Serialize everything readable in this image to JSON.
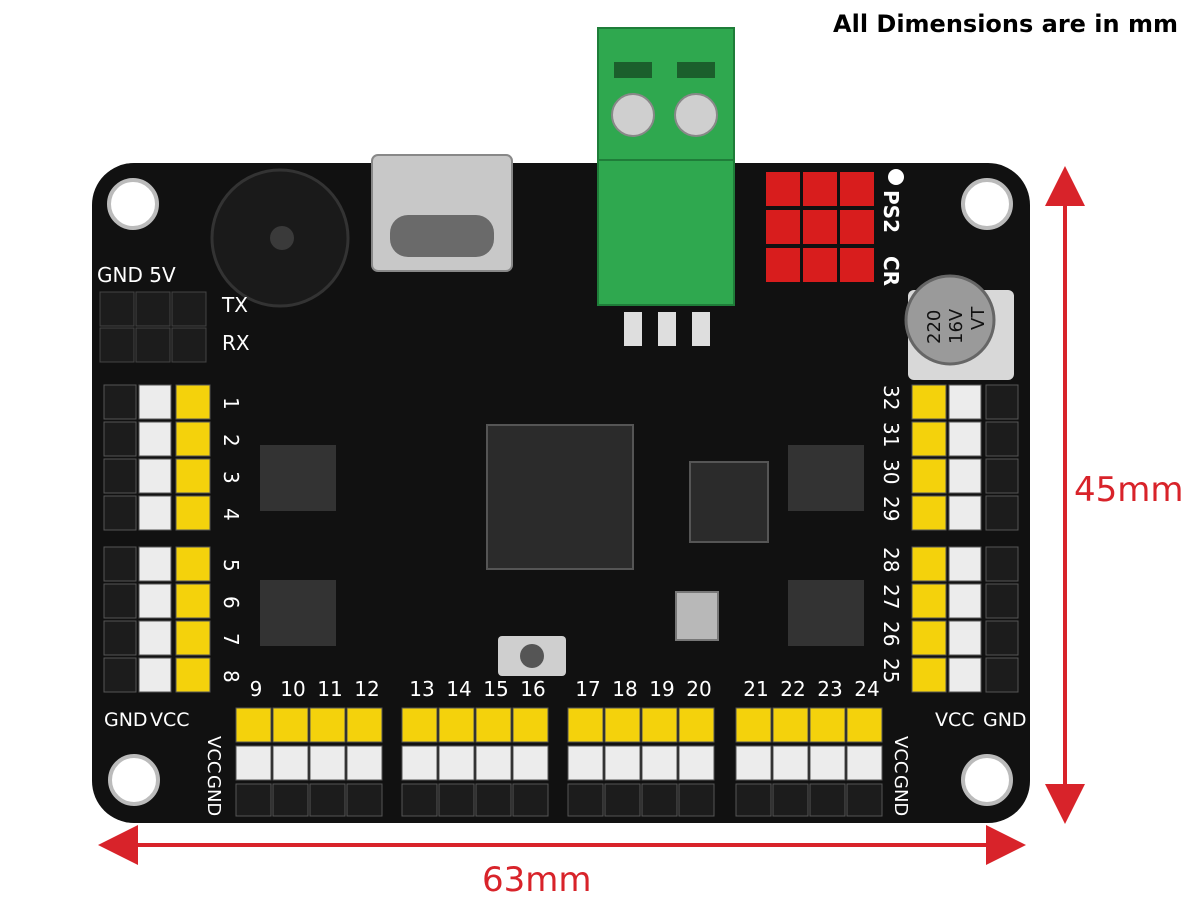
{
  "dimension_note": "All Dimensions are in mm",
  "width_label": "63mm",
  "height_label": "45mm",
  "silkscreen": {
    "power_header": "GND 5V",
    "serial_tx": "TX",
    "serial_rx": "RX",
    "ps2": "PS2",
    "cr": "CR",
    "left_bottom_gnd": "GND",
    "left_bottom_vcc": "VCC",
    "right_bottom_vcc": "VCC",
    "right_bottom_gnd": "GND",
    "bottom_left_vcc": "VCC",
    "bottom_left_gnd": "GND",
    "bottom_right_vcc": "VCC",
    "bottom_right_gnd": "GND",
    "left_channels": [
      "1",
      "2",
      "3",
      "4",
      "5",
      "6",
      "7",
      "8"
    ],
    "bottom_channels": [
      "9",
      "10",
      "11",
      "12",
      "13",
      "14",
      "15",
      "16",
      "17",
      "18",
      "19",
      "20",
      "21",
      "22",
      "23",
      "24"
    ],
    "right_channels": [
      "32",
      "31",
      "30",
      "29",
      "28",
      "27",
      "26",
      "25"
    ],
    "capacitor_value": "220",
    "capacitor_voltage": "16V",
    "capacitor_type": "VT"
  },
  "colors": {
    "board": "#111111",
    "header_black": "#1c1c1c",
    "header_white": "#ececec",
    "header_yellow": "#f4d20c",
    "terminal_green": "#2fa84f",
    "ps2_red": "#d81d1d",
    "dimension_red": "#d8232a"
  }
}
